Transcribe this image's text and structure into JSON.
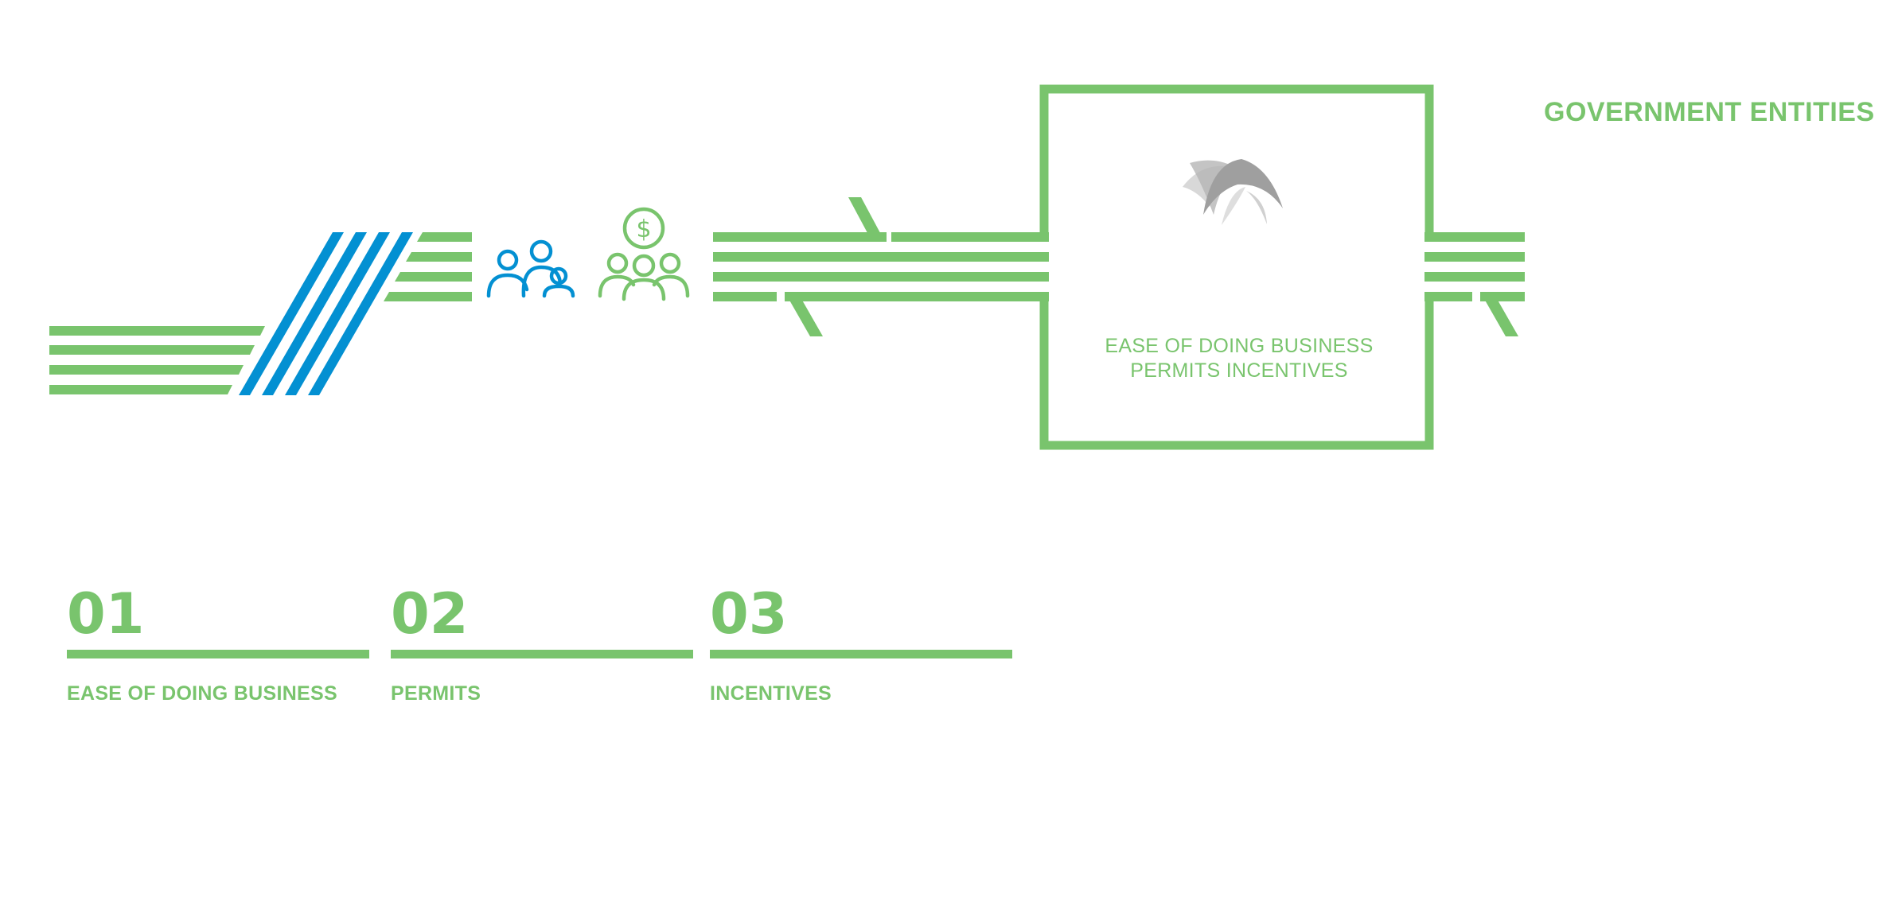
{
  "header": {
    "title": "GOVERNMENT ENTITIES"
  },
  "box": {
    "line1": "EASE OF DOING BUSINESS",
    "line2": "PERMITS INCENTIVES"
  },
  "icons": [
    "parent-child-group-icon",
    "funded-group-icon",
    "logo-emblem-icon"
  ],
  "colors": {
    "green": "#79c46d",
    "blue": "#0390d2",
    "gray": "#a9a9a9"
  },
  "steps": [
    {
      "number": "01",
      "label": "EASE OF DOING BUSINESS"
    },
    {
      "number": "02",
      "label": "PERMITS"
    },
    {
      "number": "03",
      "label": "INCENTIVES"
    }
  ]
}
